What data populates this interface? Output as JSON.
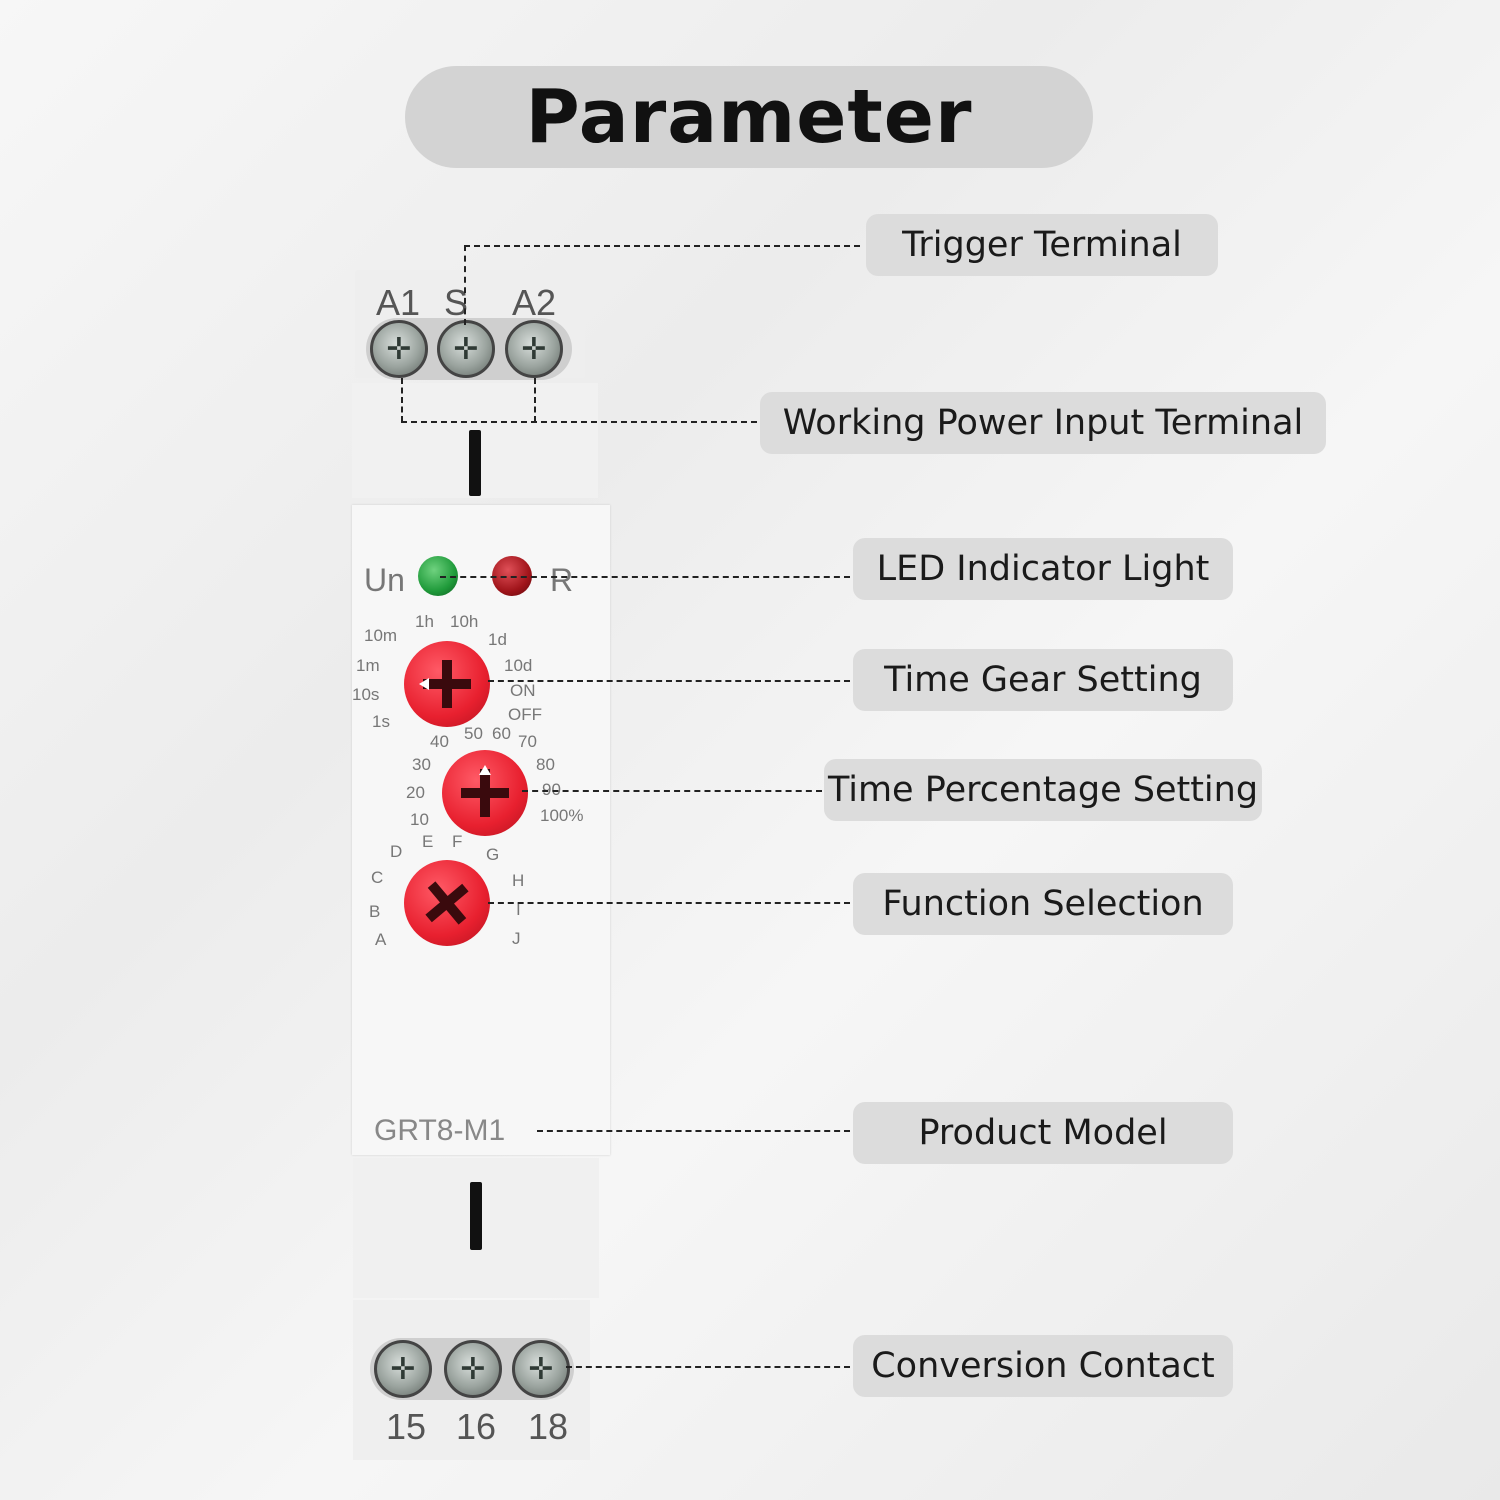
{
  "title": "Parameter",
  "labels": {
    "trigger_terminal": "Trigger Terminal",
    "working_power_input_terminal": "Working Power Input Terminal",
    "led_indicator_light": "LED Indicator Light",
    "time_gear_setting": "Time Gear Setting",
    "time_percentage_setting": "Time Percentage Setting",
    "function_selection": "Function Selection",
    "product_model": "Product Model",
    "conversion_contact": "Conversion Contact"
  },
  "device": {
    "top_terminals": [
      "A1",
      "S",
      "A2"
    ],
    "bottom_terminals": [
      "15",
      "16",
      "18"
    ],
    "led_left_label": "Un",
    "led_right_label": "R",
    "led_colors": {
      "power": "#1f9a3a",
      "relay": "#a0141a"
    },
    "model": "GRT8-M1",
    "time_gear_ticks": [
      "10m",
      "1h",
      "10h",
      "1d",
      "1m",
      "10d",
      "10s",
      "ON",
      "1s",
      "OFF"
    ],
    "percentage_ticks": [
      "40",
      "50",
      "60",
      "70",
      "30",
      "80",
      "20",
      "90",
      "10",
      "100%"
    ],
    "function_ticks": [
      "D",
      "E",
      "F",
      "G",
      "C",
      "H",
      "B",
      "I",
      "A",
      "J"
    ]
  }
}
